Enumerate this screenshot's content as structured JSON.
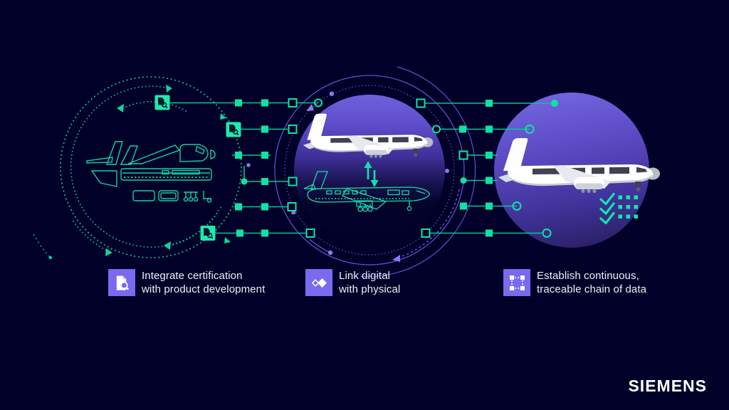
{
  "brand": {
    "logo_text": "SIEMENS"
  },
  "palette": {
    "background": "#000028",
    "teal_line": "#06c698",
    "teal_bright": "#0fe3a4",
    "green_icon_square": "#1debac",
    "purple_accent": "#8a78f0",
    "purple_icon_square": "#7a6af0",
    "text": "#eef0f8"
  },
  "steps": [
    {
      "icon": "document-search-icon",
      "line1": "Integrate certification",
      "line2": "with product development"
    },
    {
      "icon": "link-diamonds-icon",
      "line1": "Link digital",
      "line2": "with physical"
    },
    {
      "icon": "data-chain-icon",
      "line1": "Establish continuous,",
      "line2": "traceable chain of data"
    }
  ],
  "scene": {
    "left_stage": "wireframe-exploded-aircraft",
    "middle_stage": "digital-and-physical-aircraft",
    "right_stage": "certified-aircraft",
    "checkmark_count": 3
  }
}
